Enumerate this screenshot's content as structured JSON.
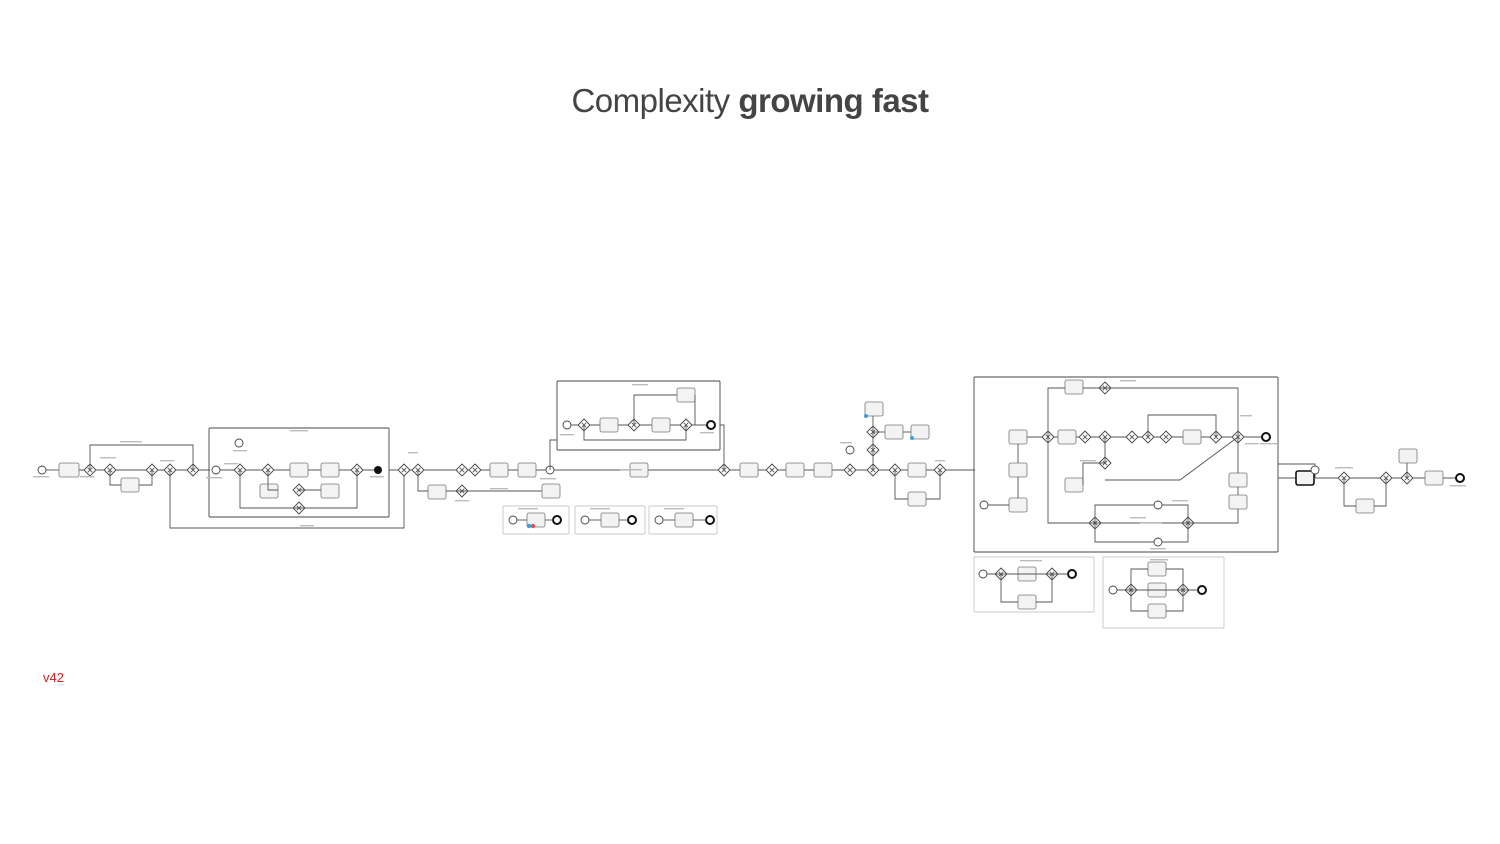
{
  "slide": {
    "title_light": "Complexity",
    "title_bold": "growing fast",
    "version_label": "v42"
  },
  "colors": {
    "title": "#444444",
    "version": "#cc2222",
    "diagram_stroke": "#555555",
    "task_fill": "#f3f3f3",
    "highlight_blue": "#3aa0d8",
    "highlight_red": "#e05050"
  }
}
